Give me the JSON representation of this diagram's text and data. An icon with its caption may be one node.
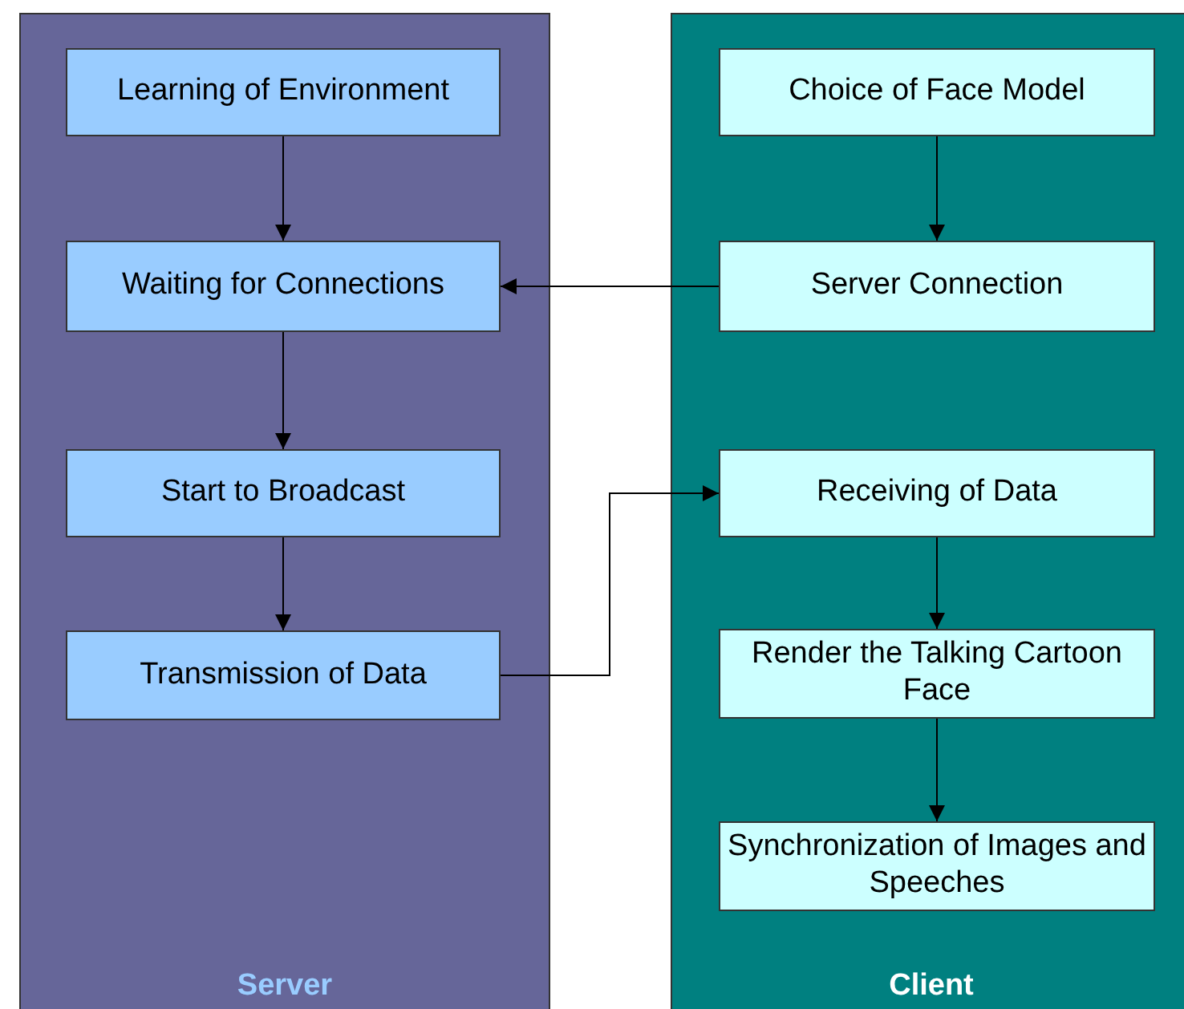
{
  "diagram": {
    "nodes": [
      {
        "text": [
          "Server"
        ]
      },
      {
        "text": [
          "Learning of Environment"
        ],
        "in": 0
      },
      {
        "text": [
          "Waiting for Connections"
        ],
        "in": 0
      },
      {
        "text": [
          "Start to Broadcast"
        ],
        "in": 0
      },
      {
        "text": [
          "Transmission of Data"
        ],
        "in": 0
      },
      {
        "text": [
          "Client"
        ]
      },
      {
        "text": [
          "Choice of Face Model"
        ],
        "in": 5
      },
      {
        "text": [
          "Server Connection"
        ],
        "in": 5
      },
      {
        "text": [
          "Receiving of Data"
        ],
        "in": 5
      },
      {
        "text": [
          "Render the Talking Cartoon Face"
        ],
        "in": 5
      },
      {
        "text": [
          "Synchronization of Images and Speeches"
        ],
        "in": 5
      }
    ],
    "edges": [
      {
        "from": 1,
        "to": 2,
        "arrow": "to"
      },
      {
        "from": 2,
        "to": 3,
        "arrow": "to"
      },
      {
        "from": 3,
        "to": 4,
        "arrow": "to"
      },
      {
        "from": 4,
        "to": 8,
        "arrow": "to"
      },
      {
        "from": 6,
        "to": 7,
        "arrow": "to"
      },
      {
        "from": 7,
        "to": 2,
        "arrow": "to"
      },
      {
        "from": 8,
        "to": 9,
        "arrow": "to"
      },
      {
        "from": 9,
        "to": 10,
        "arrow": "to"
      }
    ]
  }
}
